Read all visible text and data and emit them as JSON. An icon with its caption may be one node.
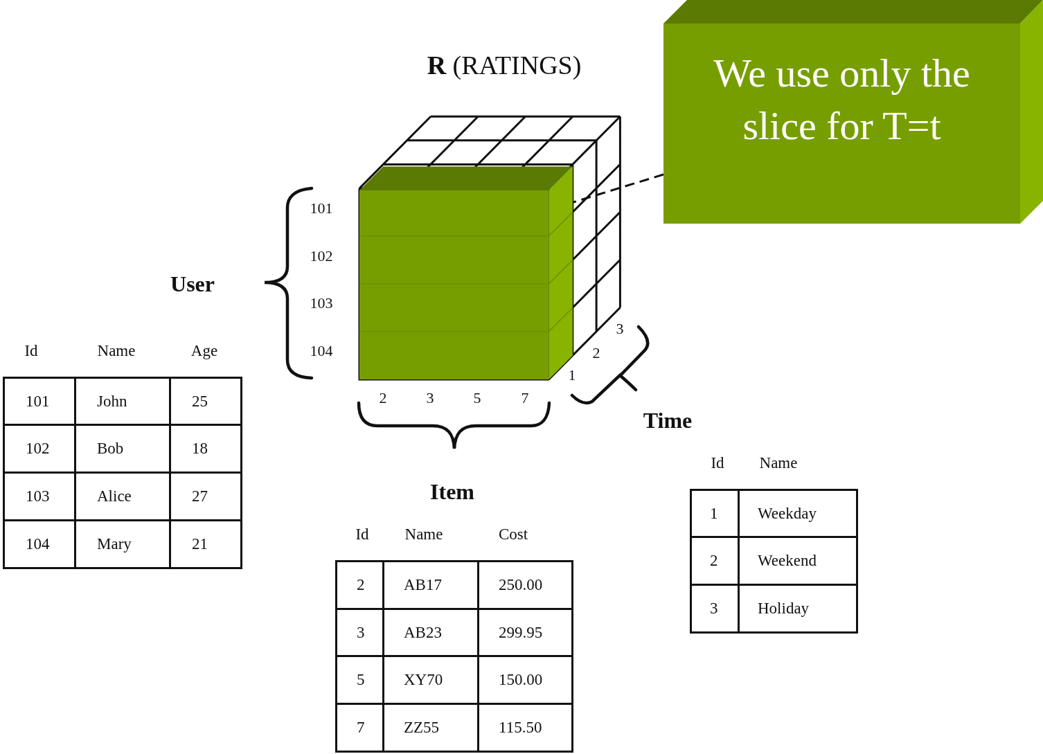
{
  "diagram": {
    "title": "**R** (RATINGS)",
    "nodes": [
      {
        "text": [
          "We use only the slice for T=t"
        ]
      },
      {
        "text": [],
        "shape": "box"
      }
    ],
    "edges": [
      {
        "from": 0,
        "to": 1,
        "arrow": "none",
        "style": "dashed"
      }
    ],
    "labels": [
      "User",
      "101",
      "102",
      "103",
      "104",
      "3",
      "2",
      "1",
      "2",
      "3",
      "5",
      "7",
      "Time",
      "Id",
      "Name",
      "Age",
      "101",
      "John",
      "25",
      "102",
      "Bob",
      "18",
      "103",
      "Alice",
      "27",
      "104",
      "Mary",
      "21",
      "Id",
      "Name",
      "1",
      "Weekday",
      "2",
      "Weekend",
      "3",
      "Holiday",
      "Item",
      "Id",
      "Name",
      "Cost",
      "2",
      "AB17",
      "250.00",
      "3",
      "AB23",
      "299.95",
      "5",
      "XY70",
      "150.00",
      "7",
      "ZZ55",
      "115.50"
    ]
  }
}
